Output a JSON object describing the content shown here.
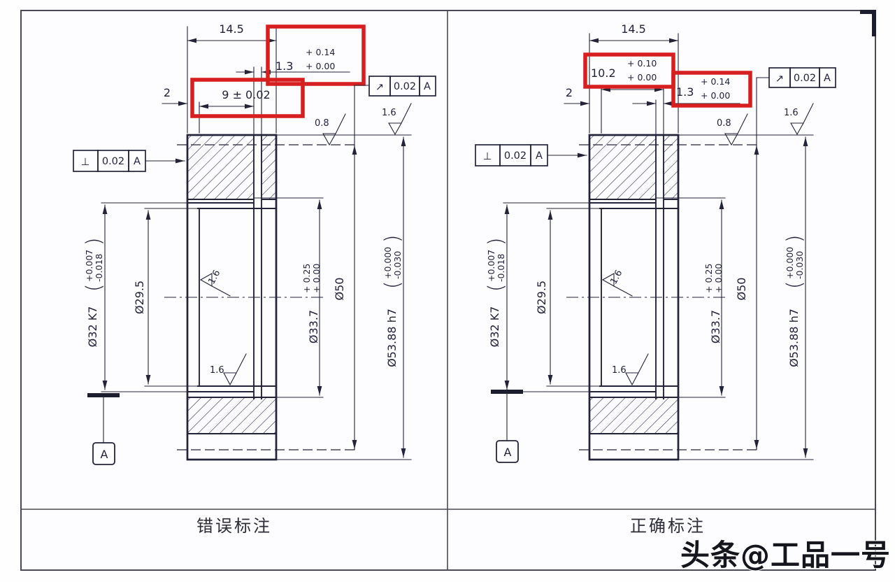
{
  "colors": {
    "ink": "#23233a",
    "highlight_red": "#d71f1f",
    "border": "#4a4a55"
  },
  "watermark": "头条@工品一号",
  "panels": [
    {
      "label": "错误标注",
      "top": {
        "width": "14.5",
        "step": "2"
      },
      "box_left": {
        "main": "9 ± 0.02"
      },
      "box_groove": {
        "main": "1.3",
        "tol_up": "+ 0.14",
        "tol_dn": "+ 0.00"
      },
      "fcf_runout": {
        "sym": "↗",
        "tol": "0.02",
        "datum": "A"
      },
      "fcf_perp": {
        "sym": "⊥",
        "tol": "0.02",
        "datum": "A"
      },
      "ra": {
        "od_groove": "0.8",
        "od": "1.6",
        "bore_up": "1.6",
        "bore_dn": "1.6"
      },
      "d_seat": {
        "main": "Ø32 K7",
        "p1": "(",
        "up": "+0.007",
        "dn": "-0.018",
        "p2": ")"
      },
      "d_bore": "Ø29.5",
      "d_groove": {
        "main": "Ø33.7",
        "up": "+ 0.25",
        "dn": "+ 0.00"
      },
      "d_mid": "Ø50",
      "d_od": {
        "main": "Ø53.88 h7",
        "p1": "(",
        "up": "+0.000",
        "dn": "-0.030",
        "p2": ")"
      },
      "datum": "A"
    },
    {
      "label": "正确标注",
      "top": {
        "width": "14.5",
        "step": "2"
      },
      "box_left": {
        "main": "10.2",
        "tol_up": "+ 0.10",
        "tol_dn": "+ 0.00"
      },
      "box_groove": {
        "main": "1.3",
        "tol_up": "+ 0.14",
        "tol_dn": "+ 0.00"
      },
      "fcf_runout": {
        "sym": "↗",
        "tol": "0.02",
        "datum": "A"
      },
      "fcf_perp": {
        "sym": "⊥",
        "tol": "0.02",
        "datum": "A"
      },
      "ra": {
        "od_groove": "0.8",
        "od": "1.6",
        "bore_up": "1.6",
        "bore_dn": "1.6"
      },
      "d_seat": {
        "main": "Ø32 K7",
        "p1": "(",
        "up": "+0.007",
        "dn": "-0.018",
        "p2": ")"
      },
      "d_bore": "Ø29.5",
      "d_groove": {
        "main": "Ø33.7",
        "up": "+ 0.25",
        "dn": "+ 0.00"
      },
      "d_mid": "Ø50",
      "d_od": {
        "main": "Ø53.88 h7",
        "p1": "(",
        "up": "+0.000",
        "dn": "-0.030",
        "p2": ")"
      },
      "datum": "A"
    }
  ]
}
